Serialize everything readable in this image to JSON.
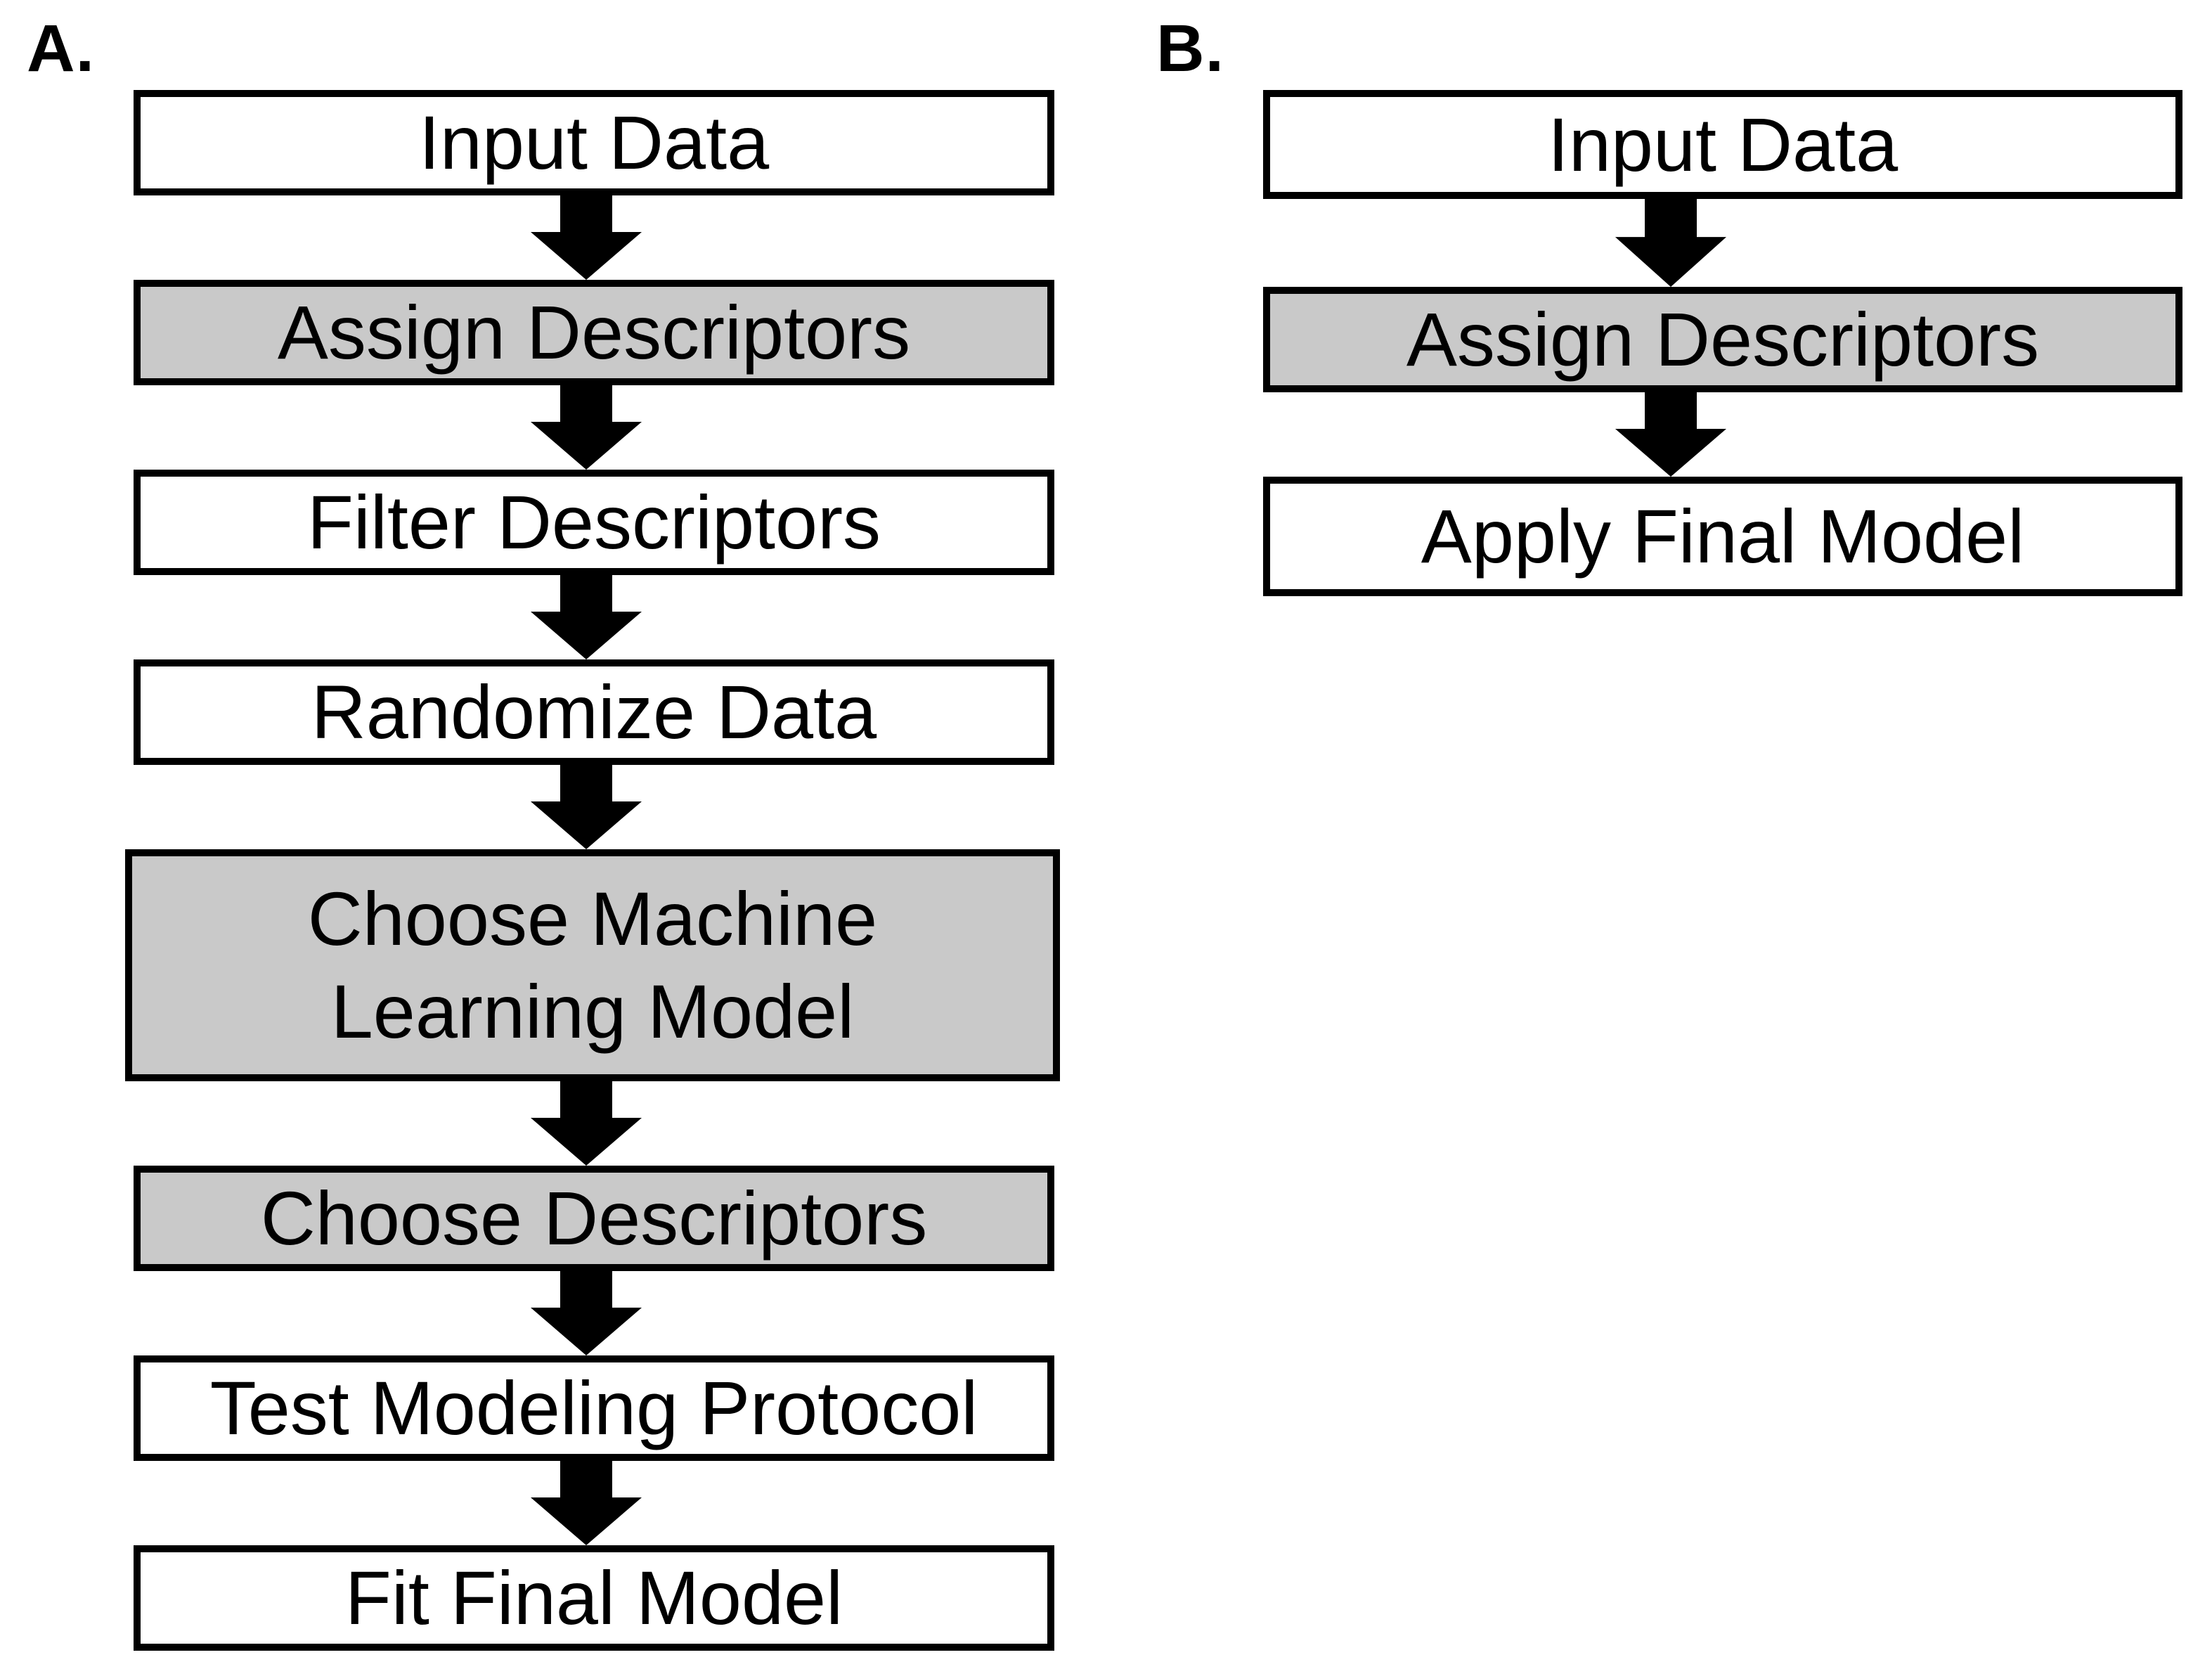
{
  "figure": {
    "title": "Machine learning modeling workflow flowchart",
    "panels": [
      {
        "label": "A.",
        "steps": [
          {
            "text": "Input Data",
            "highlighted": false
          },
          {
            "text": "Assign Descriptors",
            "highlighted": true
          },
          {
            "text": "Filter Descriptors",
            "highlighted": false
          },
          {
            "text": "Randomize Data",
            "highlighted": false
          },
          {
            "text": "Choose Machine Learning Model",
            "highlighted": true
          },
          {
            "text": "Choose Descriptors",
            "highlighted": true
          },
          {
            "text": "Test Modeling Protocol",
            "highlighted": false
          },
          {
            "text": "Fit Final Model",
            "highlighted": false
          }
        ]
      },
      {
        "label": "B.",
        "steps": [
          {
            "text": "Input Data",
            "highlighted": false
          },
          {
            "text": "Assign Descriptors",
            "highlighted": true
          },
          {
            "text": "Apply Final Model",
            "highlighted": false
          }
        ]
      }
    ],
    "colors": {
      "background": "#ffffff",
      "box_fill_default": "#ffffff",
      "box_fill_highlight": "#c9c9c9",
      "box_border": "#000000",
      "text": "#000000",
      "arrow_fill": "#000000"
    }
  }
}
